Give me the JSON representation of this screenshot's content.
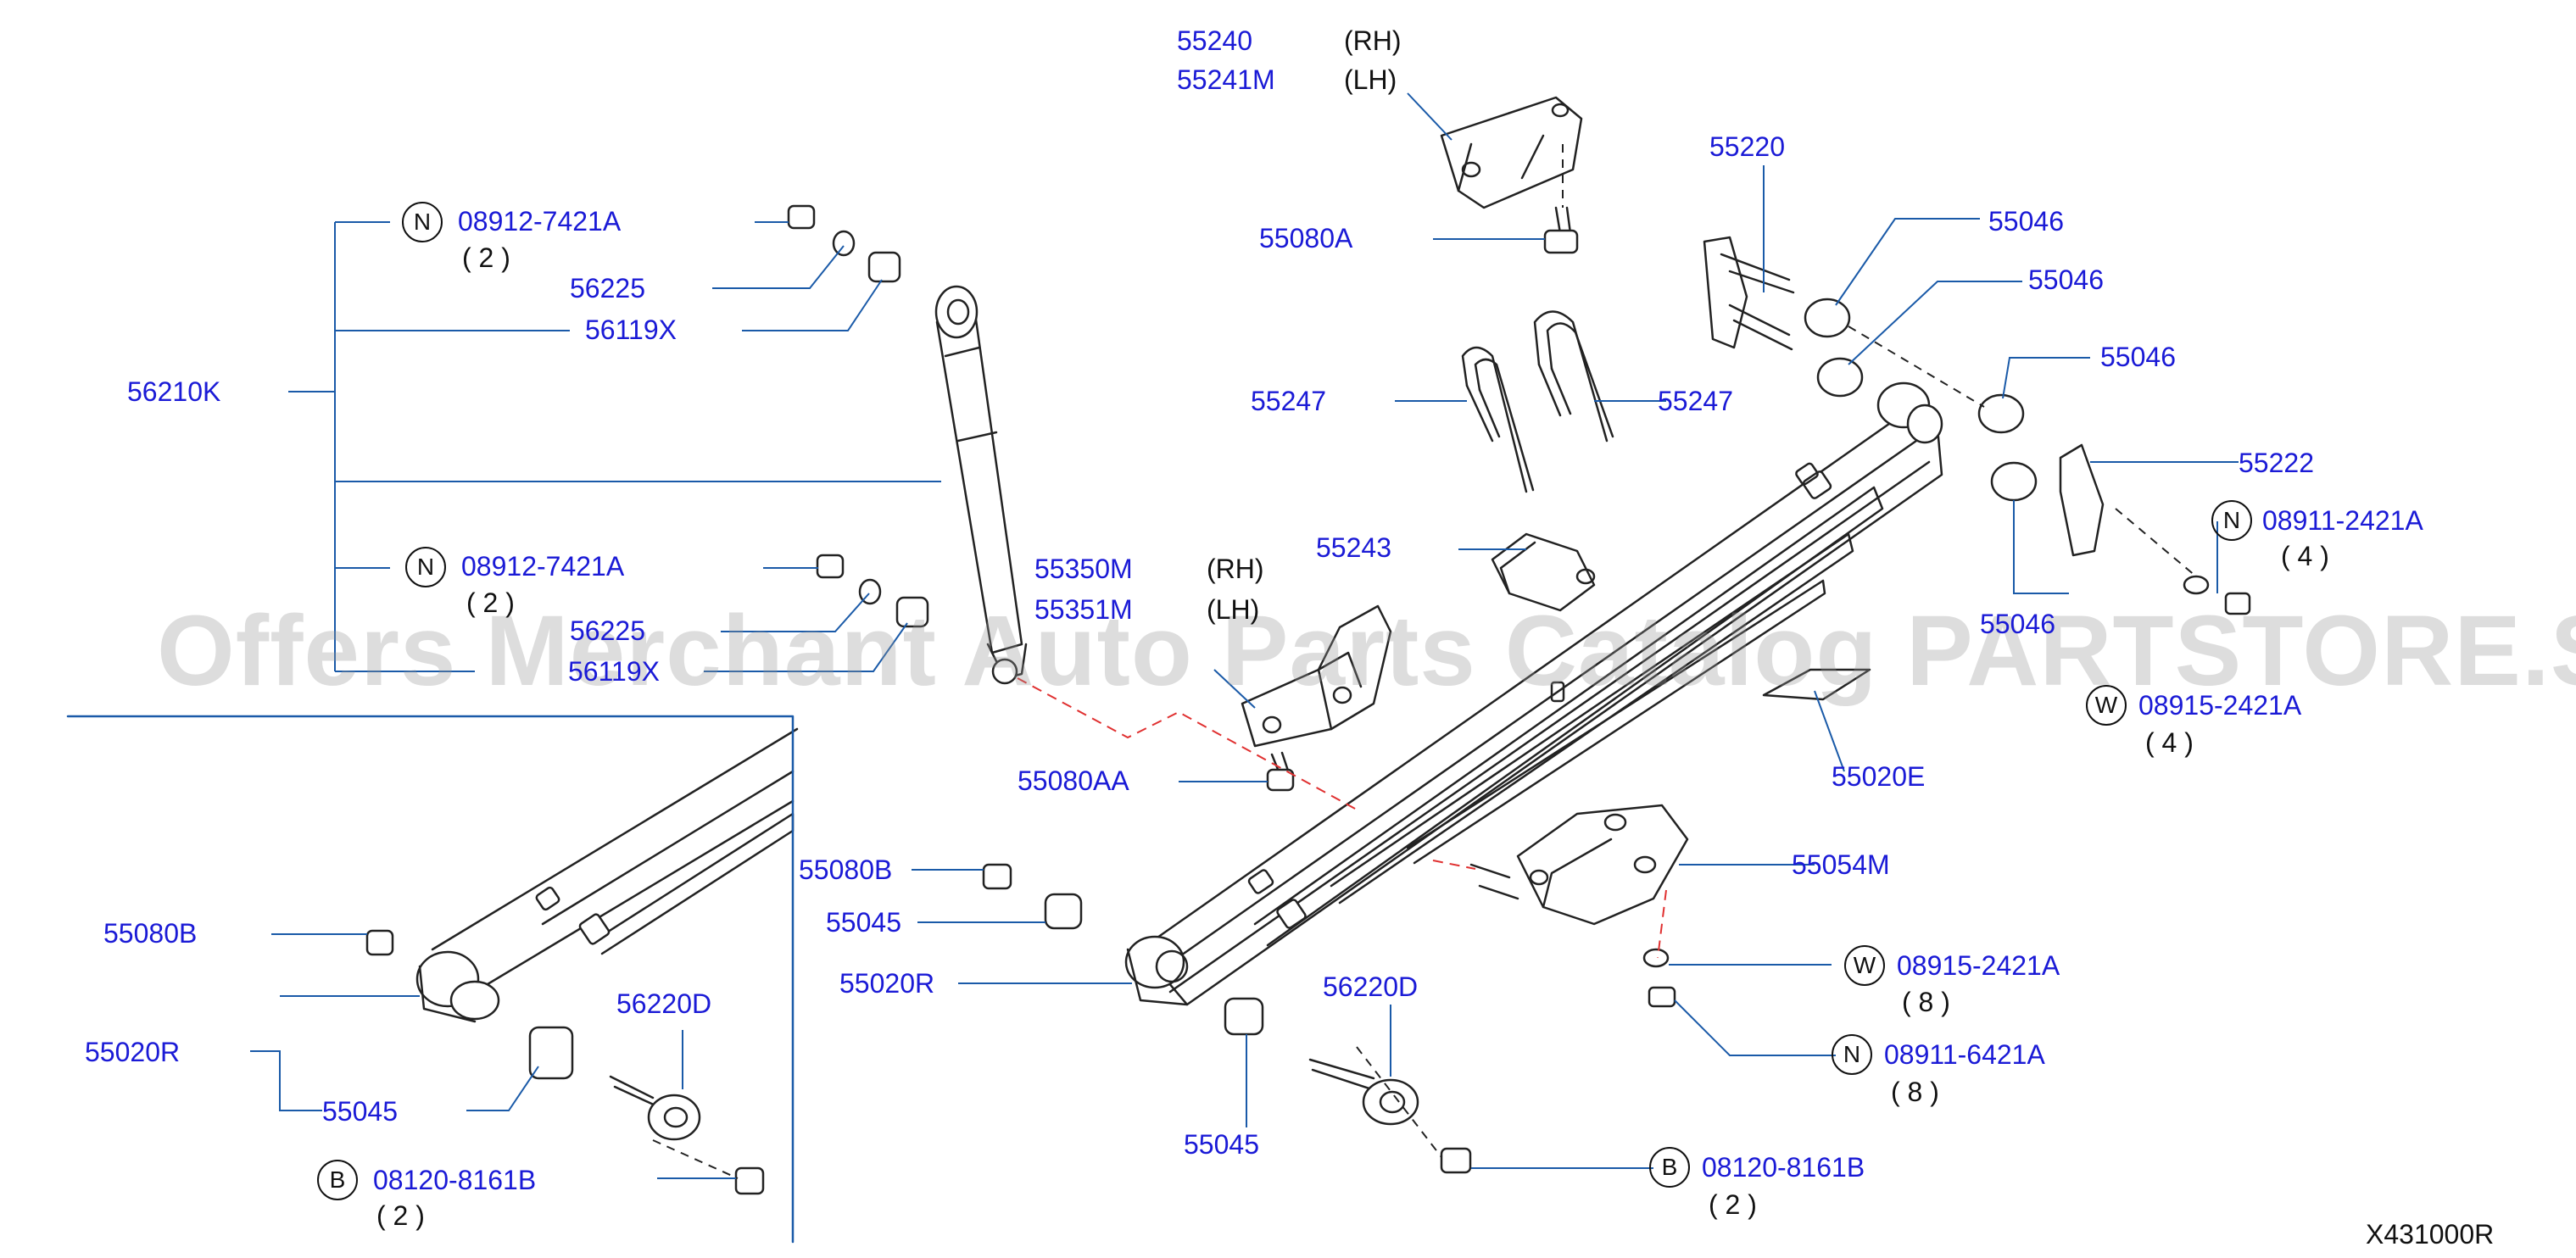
{
  "watermark": "Offers Merchant Auto Parts Catalog PARTSTORE.SA",
  "diagram_ref": "X431000R",
  "colors": {
    "part_number": "#1a1ad6",
    "leader_line": "#1a5aa8",
    "dashed_red": "#e03030",
    "line_art": "#222222"
  },
  "symbols": {
    "N": "N",
    "W": "W",
    "B": "B"
  },
  "labels": {
    "p55240": "55240",
    "p55241M": "55241M",
    "rh1": "(RH)",
    "lh1": "(LH)",
    "p55080A": "55080A",
    "p55220": "55220",
    "p55046a": "55046",
    "p55046b": "55046",
    "p55046c": "55046",
    "p55046d": "55046",
    "p55247a": "55247",
    "p55247b": "55247",
    "p55222": "55222",
    "n08911_2421A": "08911-2421A",
    "q4a": "( 4 )",
    "w08915_2421A": "08915-2421A",
    "q4b": "( 4 )",
    "p55243": "55243",
    "p55350M": "55350M",
    "p55351M": "55351M",
    "rh2": "(RH)",
    "lh2": "(LH)",
    "p55080AA": "55080AA",
    "p55020E": "55020E",
    "p55054M": "55054M",
    "w08915_2421A_b": "08915-2421A",
    "q8a": "( 8 )",
    "n08911_6421A": "08911-6421A",
    "q8b": "( 8 )",
    "p55080B_a": "55080B",
    "p55045_a": "55045",
    "p55020R_a": "55020R",
    "p56220D_a": "56220D",
    "p55045_b": "55045",
    "b08120_8161B_a": "08120-8161B",
    "q2a": "( 2 )",
    "p56210K": "56210K",
    "n08912_7421A_a": "08912-7421A",
    "q2b": "( 2 )",
    "p56225a": "56225",
    "p56119Xa": "56119X",
    "n08912_7421A_b": "08912-7421A",
    "q2c": "( 2 )",
    "p56225b": "56225",
    "p56119Xb": "56119X",
    "p55080B_b": "55080B",
    "p55020R_b": "55020R",
    "p55045_c": "55045",
    "p56220D_b": "56220D",
    "b08120_8161B_b": "08120-8161B",
    "q2d": "( 2 )"
  }
}
